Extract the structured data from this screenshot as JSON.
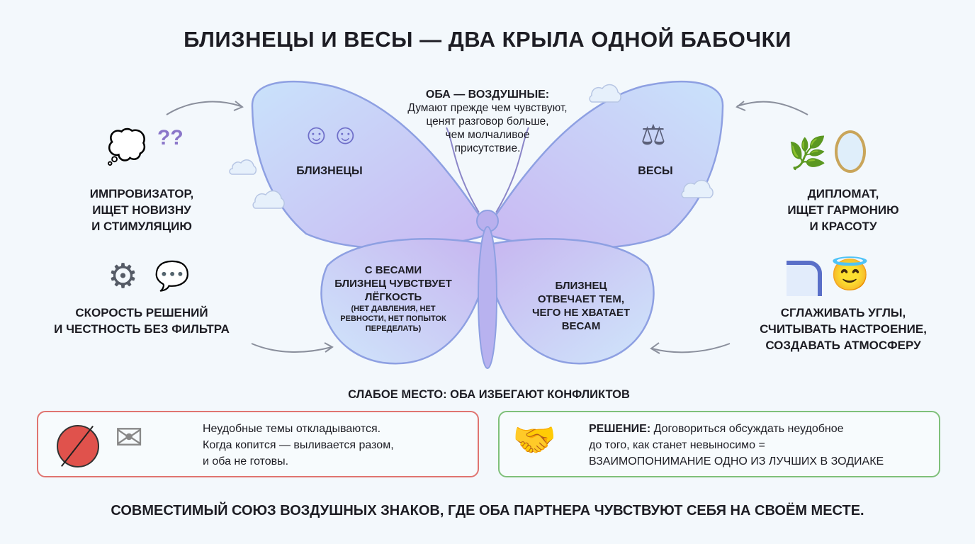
{
  "title": "БЛИЗНЕЦЫ И ВЕСЫ — ДВА КРЫЛА ОДНОЙ БАБОЧКИ",
  "center": {
    "heading": "ОБА — ВОЗДУШНЫЕ:",
    "lines": [
      "Думают прежде чем чувствуют,",
      "ценят разговор больше,",
      "чем молчаливое",
      "присутствие."
    ]
  },
  "wings": {
    "left_label": "БЛИЗНЕЦЫ",
    "right_label": "ВЕСЫ",
    "lower_left": [
      "С ВЕСАМИ",
      "БЛИЗНЕЦ ЧУВСТВУЕТ",
      "ЛЁГКОСТЬ"
    ],
    "lower_left_note": [
      "(НЕТ ДАВЛЕНИЯ, НЕТ",
      "РЕВНОСТИ, НЕТ ПОПЫТОК",
      "ПЕРЕДЕЛАТЬ)"
    ],
    "lower_right": [
      "БЛИЗНЕЦ",
      "ОТВЕЧАЕТ ТЕМ,",
      "ЧЕГО НЕ ХВАТАЕТ",
      "ВЕСАМ"
    ]
  },
  "left": {
    "trait1": [
      "ИМПРОВИЗАТОР,",
      "ИЩЕТ НОВИЗНУ",
      "И СТИМУЛЯЦИЮ"
    ],
    "trait2": [
      "СКОРОСТЬ РЕШЕНИЙ",
      "И ЧЕСТНОСТЬ БЕЗ ФИЛЬТРА"
    ]
  },
  "right": {
    "trait1": [
      "ДИПЛОМАТ,",
      "ИЩЕТ ГАРМОНИЮ",
      "И КРАСОТУ"
    ],
    "trait2": [
      "СГЛАЖИВАТЬ УГЛЫ,",
      "СЧИТЫВАТЬ НАСТРОЕНИЕ,",
      "СОЗДАВАТЬ АТМОСФЕРУ"
    ]
  },
  "weak": {
    "heading": "СЛАБОЕ МЕСТО: ОБА ИЗБЕГАЮТ КОНФЛИКТОВ",
    "problem": [
      "Неудобные темы откладываются.",
      "Когда копится — выливается разом,",
      "и оба не готовы."
    ],
    "solution_label": "РЕШЕНИЕ:",
    "solution": [
      "Договориться обсуждать неудобное",
      "до того, как станет невыносимо =",
      "ВЗАИМОПОНИМАНИЕ ОДНО ИЗ ЛУЧШИХ В ЗОДИАКЕ"
    ]
  },
  "footer": "СОВМЕСТИМЫЙ СОЮЗ ВОЗДУШНЫХ ЗНАКОВ, ГДЕ ОБА ПАРТНЕРА ЧУВСТВУЮТ СЕБЯ НА СВОЁМ МЕСТЕ.",
  "colors": {
    "red": "#e07470",
    "green": "#7fc07a",
    "wing_stroke": "#8ea0e2"
  }
}
